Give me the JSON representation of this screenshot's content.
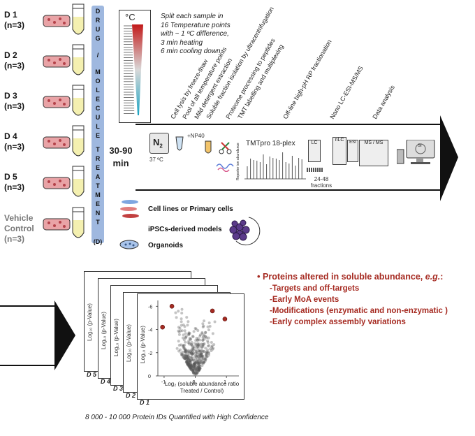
{
  "doses": [
    {
      "label": "D 1",
      "n": "(n=3)"
    },
    {
      "label": "D 2",
      "n": "(n=3)"
    },
    {
      "label": "D 3",
      "n": "(n=3)"
    },
    {
      "label": "D 4",
      "n": "(n=3)"
    },
    {
      "label": "D 5",
      "n": "(n=3)"
    }
  ],
  "vehicle": {
    "line1": "Vehicle",
    "line2": "Control",
    "n": "(n=3)"
  },
  "drug_bar": [
    "D",
    "R",
    "U",
    "G",
    "/",
    "M",
    "O",
    "L",
    "E",
    "C",
    "U",
    "L",
    "E",
    "T",
    "R",
    "E",
    "A",
    "T",
    "M",
    "E",
    "N",
    "T",
    "(D)"
  ],
  "time": "30-90 min",
  "thermometer": {
    "unit": "°C",
    "text": [
      "Split each sample in",
      "16 Temperature points",
      "with ~ 1 ºC difference,",
      "3 min heating",
      "6 min cooling down"
    ]
  },
  "steps": [
    "Cell lysis by freeze-thaw",
    "Pool of all temperature points",
    "Mild detergent extraction",
    "Soluble fraction isolation by ultracentrifugation",
    "Proteome processing to peptides",
    "TMT labelling and multiplexing",
    "Off-line high-pH RP fractionation",
    "Nano LC-ESI-MS/MS",
    "Data analysis"
  ],
  "workflow": {
    "n2": "N",
    "n2_sub": "2",
    "temp37": "37 ºC",
    "np40": "+NP40",
    "tmt": "TMTpro 18-plex",
    "reporter_axis": "Reporter ion abundance",
    "lc": "LC",
    "fractions": "24-48 fractions",
    "nlc": "nLC",
    "esi": "ESI",
    "msms": "MS / MS",
    "si": "SI"
  },
  "sources": [
    "Cell lines or Primary cells",
    "iPSCs-derived models",
    "Organoids"
  ],
  "volcano": {
    "ylabel": "Log₁₀ (p-Value)",
    "xlabel_line1": "Log₂ (soluble abundance ratio",
    "xlabel_line2": "Treated / Control)",
    "x_ticks": [
      "-1",
      "0",
      "1"
    ],
    "y_ticks": [
      "-6",
      "-4",
      "-2",
      "0"
    ],
    "panel_labels": [
      "D 5",
      "D 4",
      "D 3",
      "D 2",
      "D 1"
    ],
    "colors": {
      "points": "#555555",
      "hits": "#a62b22"
    }
  },
  "findings": {
    "heading": "Proteins altered in soluble abundance,",
    "heading_eg": "e.g.",
    "heading_colon": ":",
    "items": [
      "-Targets and off-targets",
      "-Early MoA events",
      "-Modifications (enzymatic and non-enzymatic )",
      "-Early complex assembly variations"
    ]
  },
  "footer": "8 000 - 10 000 Protein IDs Quantified with High Confidence",
  "colors": {
    "accent_red": "#a62b22",
    "drug_bar": "#9fb8df",
    "arrow": "#111111"
  }
}
